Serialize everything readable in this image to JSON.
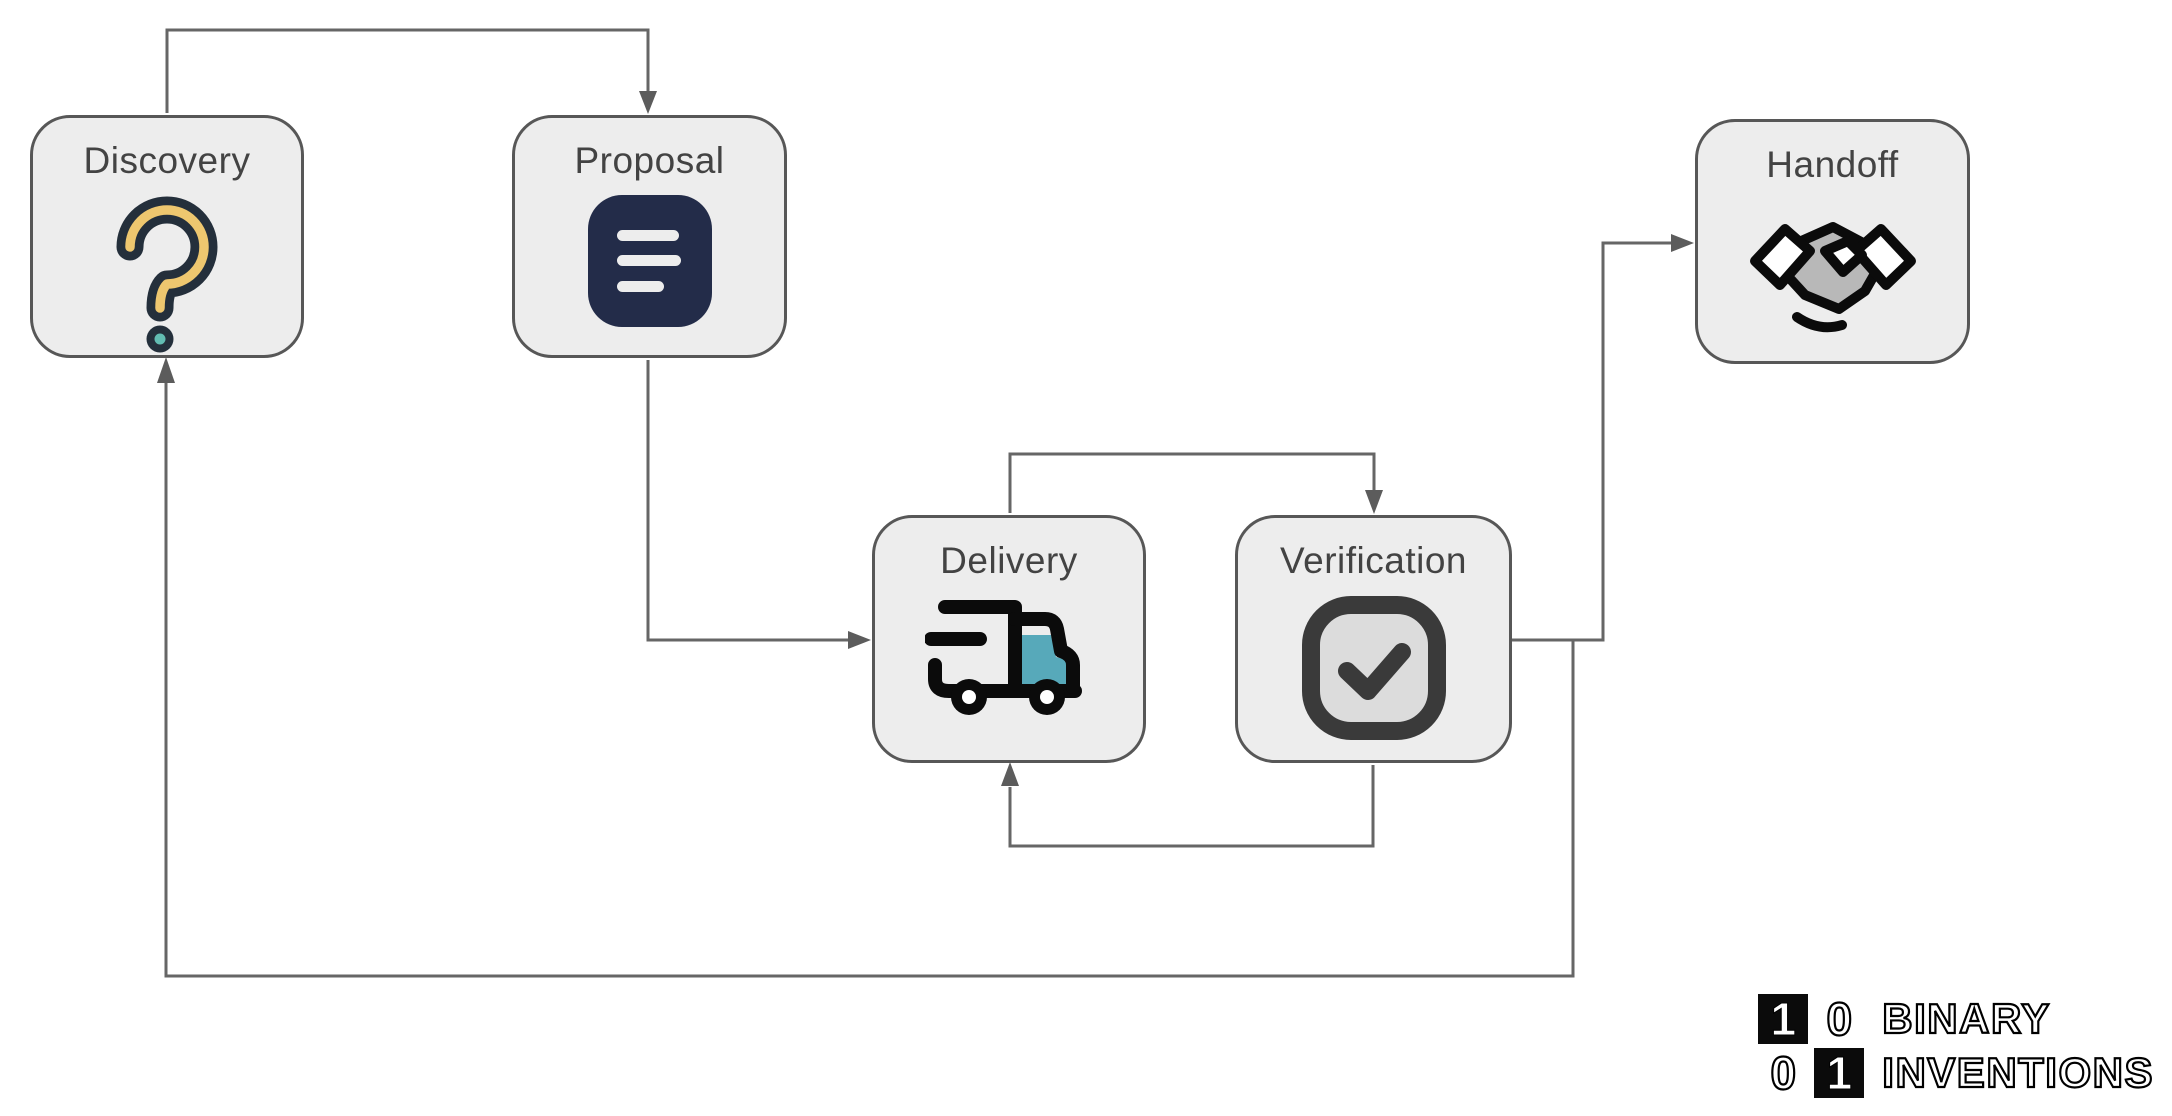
{
  "diagram": {
    "nodes": [
      {
        "id": "discovery",
        "label": "Discovery",
        "icon": "question-mark-icon"
      },
      {
        "id": "proposal",
        "label": "Proposal",
        "icon": "document-icon"
      },
      {
        "id": "delivery",
        "label": "Delivery",
        "icon": "delivery-truck-icon"
      },
      {
        "id": "verification",
        "label": "Verification",
        "icon": "checkmark-icon"
      },
      {
        "id": "handoff",
        "label": "Handoff",
        "icon": "handshake-icon"
      }
    ],
    "edges": [
      {
        "from": "Discovery",
        "to": "Proposal"
      },
      {
        "from": "Proposal",
        "to": "Delivery"
      },
      {
        "from": "Delivery",
        "to": "Verification"
      },
      {
        "from": "Verification",
        "to": "Delivery"
      },
      {
        "from": "Verification",
        "to": "Handoff"
      },
      {
        "from": "Verification",
        "to": "Discovery"
      }
    ]
  },
  "logo": {
    "rows": [
      {
        "cells": [
          {
            "digit": "1",
            "filled": true
          },
          {
            "digit": "0",
            "filled": false
          }
        ],
        "word": "BINARY"
      },
      {
        "cells": [
          {
            "digit": "0",
            "filled": false
          },
          {
            "digit": "1",
            "filled": true
          }
        ],
        "word": "INVENTIONS"
      }
    ]
  },
  "colors": {
    "node_fill": "#ededed",
    "node_border": "#575757",
    "label_text": "#434343",
    "connector": "#666666",
    "accent_navy": "#242e49",
    "accent_yellow": "#eec76f",
    "accent_teal": "#57a9ba",
    "icon_black": "#0b0b0b",
    "logo_black": "#0b0b0b"
  }
}
